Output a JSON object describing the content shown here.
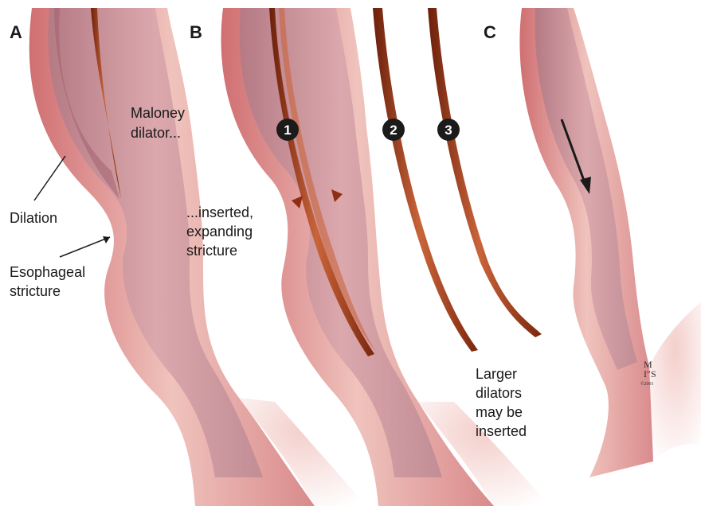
{
  "panels": {
    "a": "A",
    "b": "B",
    "c": "C"
  },
  "labels": {
    "maloney_1": "Maloney",
    "maloney_2": "dilator...",
    "dilation": "Dilation",
    "stricture_1": "Esophageal",
    "stricture_2": "stricture",
    "inserted_1": "...inserted,",
    "inserted_2": "expanding",
    "inserted_3": "stricture",
    "larger_1": "Larger",
    "larger_2": "dilators",
    "larger_3": "may be",
    "larger_4": "inserted"
  },
  "dilator_numbers": [
    "1",
    "2",
    "3"
  ],
  "signature": {
    "top": "M",
    "bottom": "I″S",
    "sub": "©2001"
  },
  "colors": {
    "tissue_outer": "#d7868a",
    "tissue_mid": "#e9b1ac",
    "tissue_light": "#f4d6d2",
    "lumen": "#c88d95",
    "dilator": "#8f2e12",
    "dilator_highlight": "#c9643a",
    "badge": "#1b1b1b"
  }
}
